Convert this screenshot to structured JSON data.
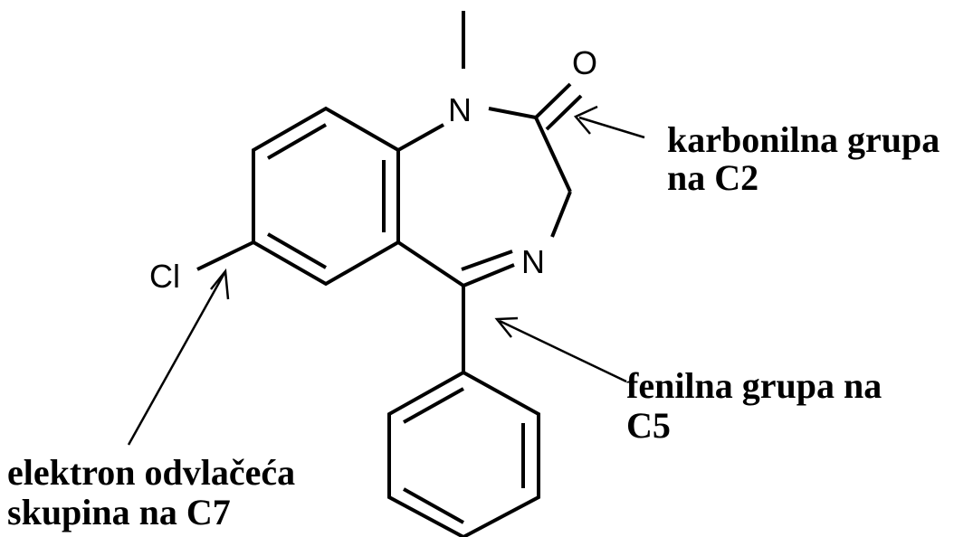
{
  "atoms": {
    "n1": "N",
    "o": "O",
    "n4": "N",
    "cl": "Cl"
  },
  "annotations": {
    "carbonyl": [
      "karbonilna grupa",
      "na C2"
    ],
    "phenyl": [
      "fenilna grupa na",
      "C5"
    ],
    "ewg": [
      "elektron odvlačeća",
      "skupina na C7"
    ]
  }
}
